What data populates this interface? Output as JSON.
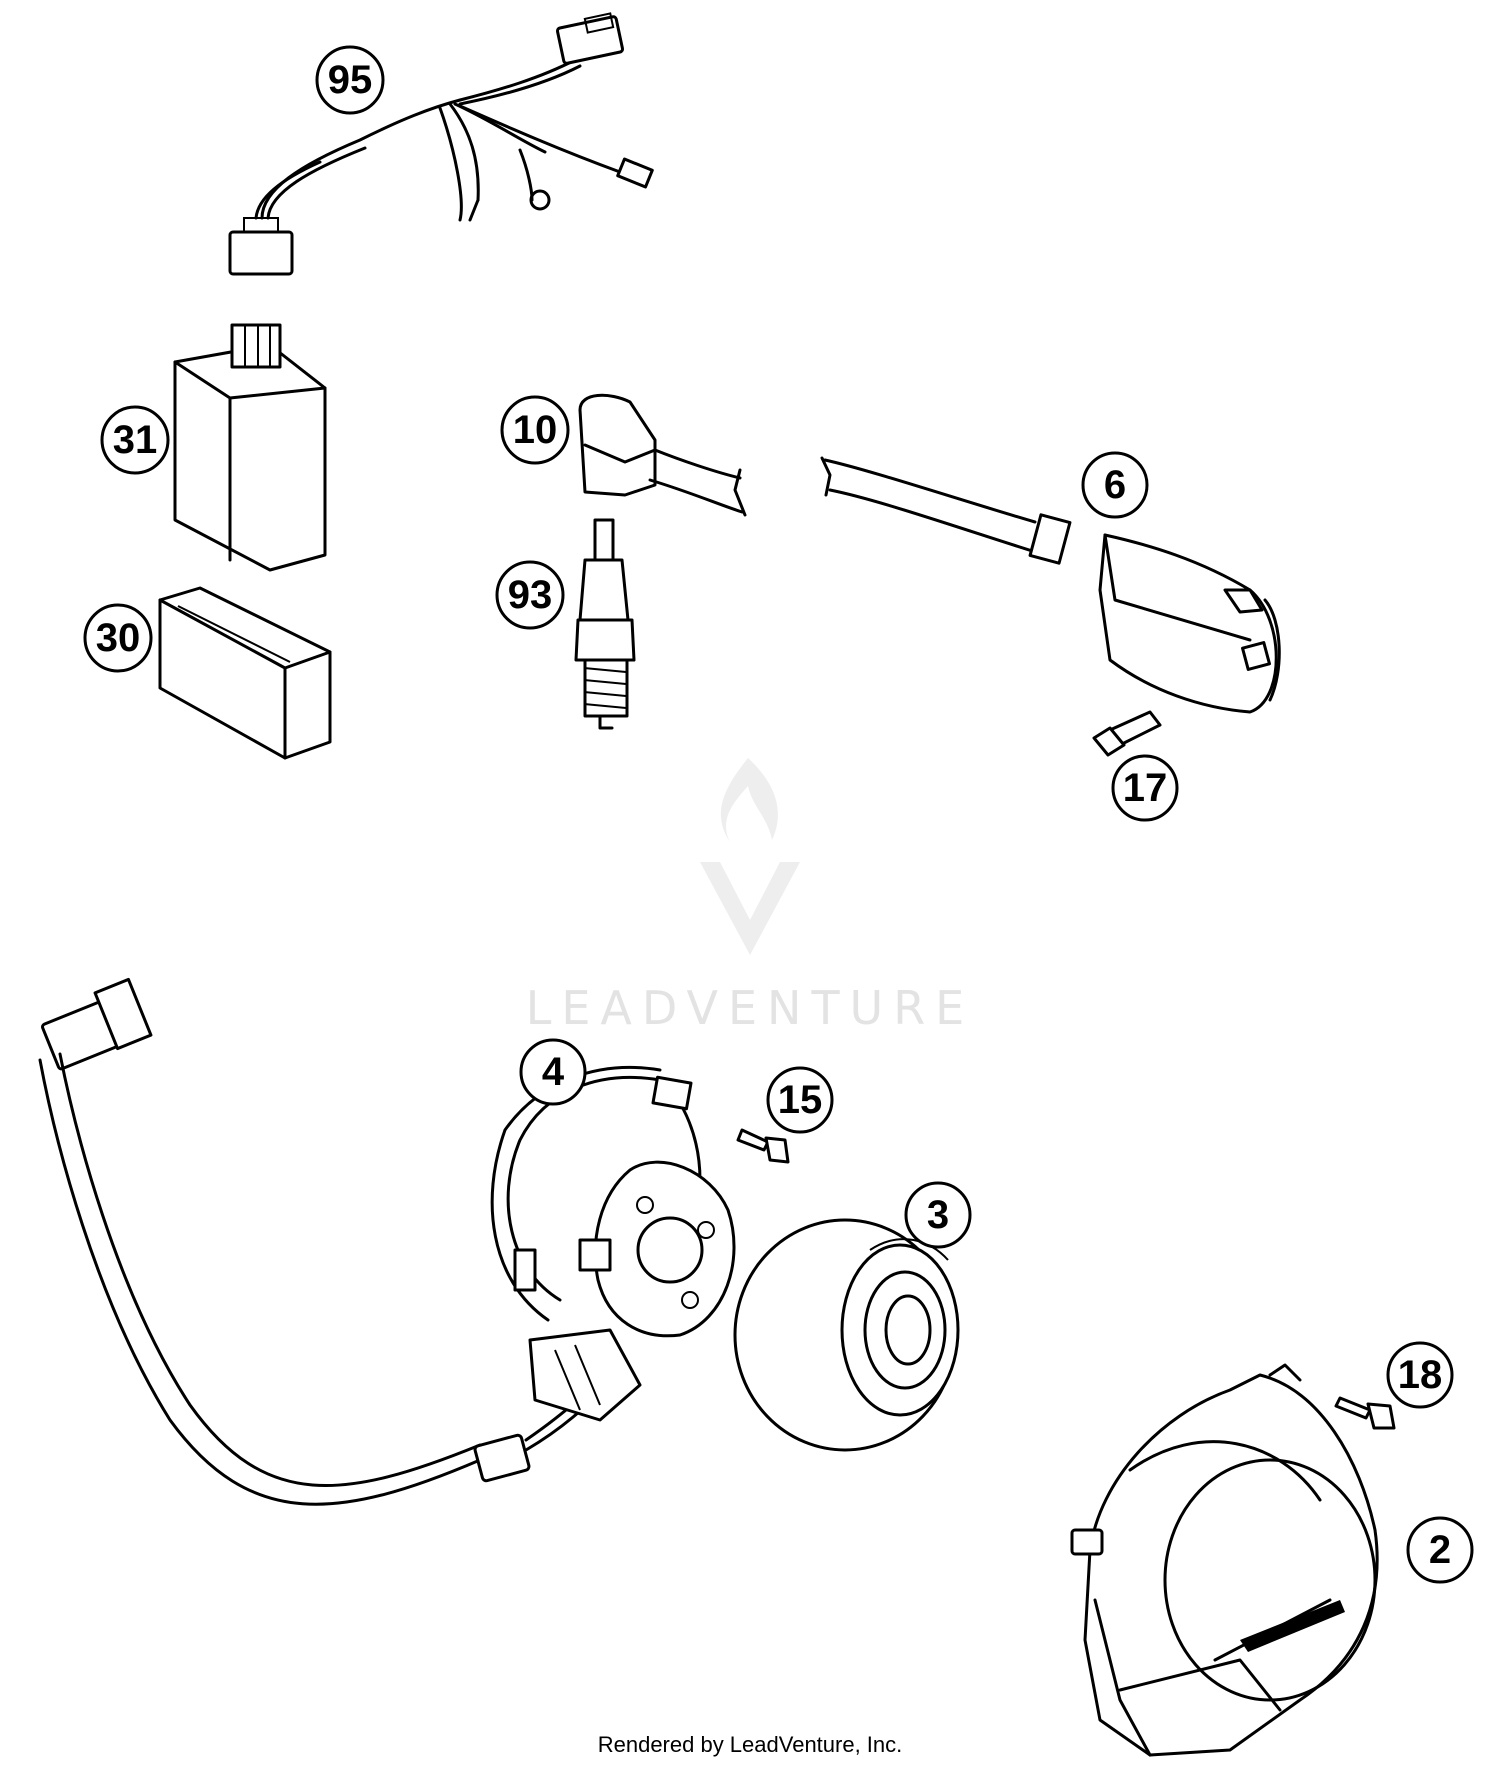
{
  "callouts": [
    {
      "id": "95",
      "label": "95"
    },
    {
      "id": "31",
      "label": "31"
    },
    {
      "id": "30",
      "label": "30"
    },
    {
      "id": "10",
      "label": "10"
    },
    {
      "id": "93",
      "label": "93"
    },
    {
      "id": "6",
      "label": "6"
    },
    {
      "id": "17",
      "label": "17"
    },
    {
      "id": "4",
      "label": "4"
    },
    {
      "id": "15",
      "label": "15"
    },
    {
      "id": "3",
      "label": "3"
    },
    {
      "id": "18",
      "label": "18"
    },
    {
      "id": "2",
      "label": "2"
    }
  ],
  "watermark": {
    "text": "LEADVENTURE"
  },
  "footer": {
    "text": "Rendered by LeadVenture, Inc."
  }
}
